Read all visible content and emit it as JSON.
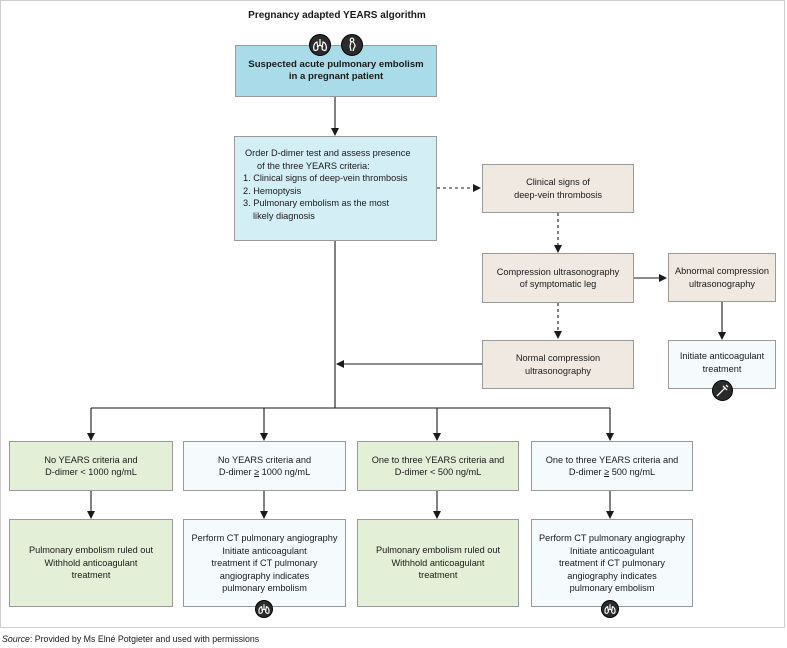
{
  "title": "Pregnancy adapted YEARS algorithm",
  "start": {
    "line1": "Suspected acute pulmonary embolism",
    "line2": "in a pregnant patient"
  },
  "assess": {
    "line1": "Order D-dimer test and assess presence",
    "line2": "of the three YEARS criteria:",
    "c1": "1. Clinical signs of deep-vein thrombosis",
    "c2": "2. Hemoptysis",
    "c3a": "3. Pulmonary embolism as the most",
    "c3b": "likely diagnosis"
  },
  "dvt": {
    "line1": "Clinical signs of",
    "line2": "deep-vein thrombosis"
  },
  "cus": {
    "line1": "Compression ultrasonography",
    "line2": "of symptomatic leg"
  },
  "abnormal": {
    "line1": "Abnormal compression",
    "line2": "ultrasonography"
  },
  "anticoag": {
    "line1": "Initiate anticoagulant",
    "line2": "treatment"
  },
  "normal": {
    "line1": "Normal compression",
    "line2": "ultrasonography"
  },
  "branches": [
    {
      "l1": "No YEARS criteria and",
      "l2": "D-dimer < 1000 ng/mL",
      "o1": "Pulmonary embolism ruled out",
      "o2": "Withhold anticoagulant",
      "o3": "treatment"
    },
    {
      "l1": "No YEARS criteria and",
      "l2pre": "D-dimer ",
      "l2sym": "≥",
      "l2post": " 1000 ng/mL",
      "o1": "Perform CT pulmonary angiography",
      "o2": "Initiate anticoagulant",
      "o3": "treatment if CT pulmonary",
      "o4": "angiography indicates",
      "o5": "pulmonary embolism"
    },
    {
      "l1": "One to three YEARS criteria and",
      "l2": "D-dimer < 500 ng/mL",
      "o1": "Pulmonary embolism ruled out",
      "o2": "Withhold anticoagulant",
      "o3": "treatment"
    },
    {
      "l1": "One to three YEARS criteria and",
      "l2pre": "D-dimer ",
      "l2sym": "≥",
      "l2post": " 500 ng/mL",
      "o1": "Perform CT pulmonary angiography",
      "o2": "Initiate anticoagulant",
      "o3": "treatment if CT pulmonary",
      "o4": "angiography indicates",
      "o5": "pulmonary embolism"
    }
  ],
  "source": {
    "label": "Source",
    "text": ": Provided by Ms Elné Potgieter and used with permissions"
  },
  "icons": [
    "lungs-icon",
    "pregnant-woman-icon",
    "syringe-icon"
  ],
  "colors": {
    "start": "#a9dce8",
    "assess": "#d4eef5",
    "beige": "#efe9e2",
    "green": "#e3efd6",
    "white": "#f5fafc"
  }
}
